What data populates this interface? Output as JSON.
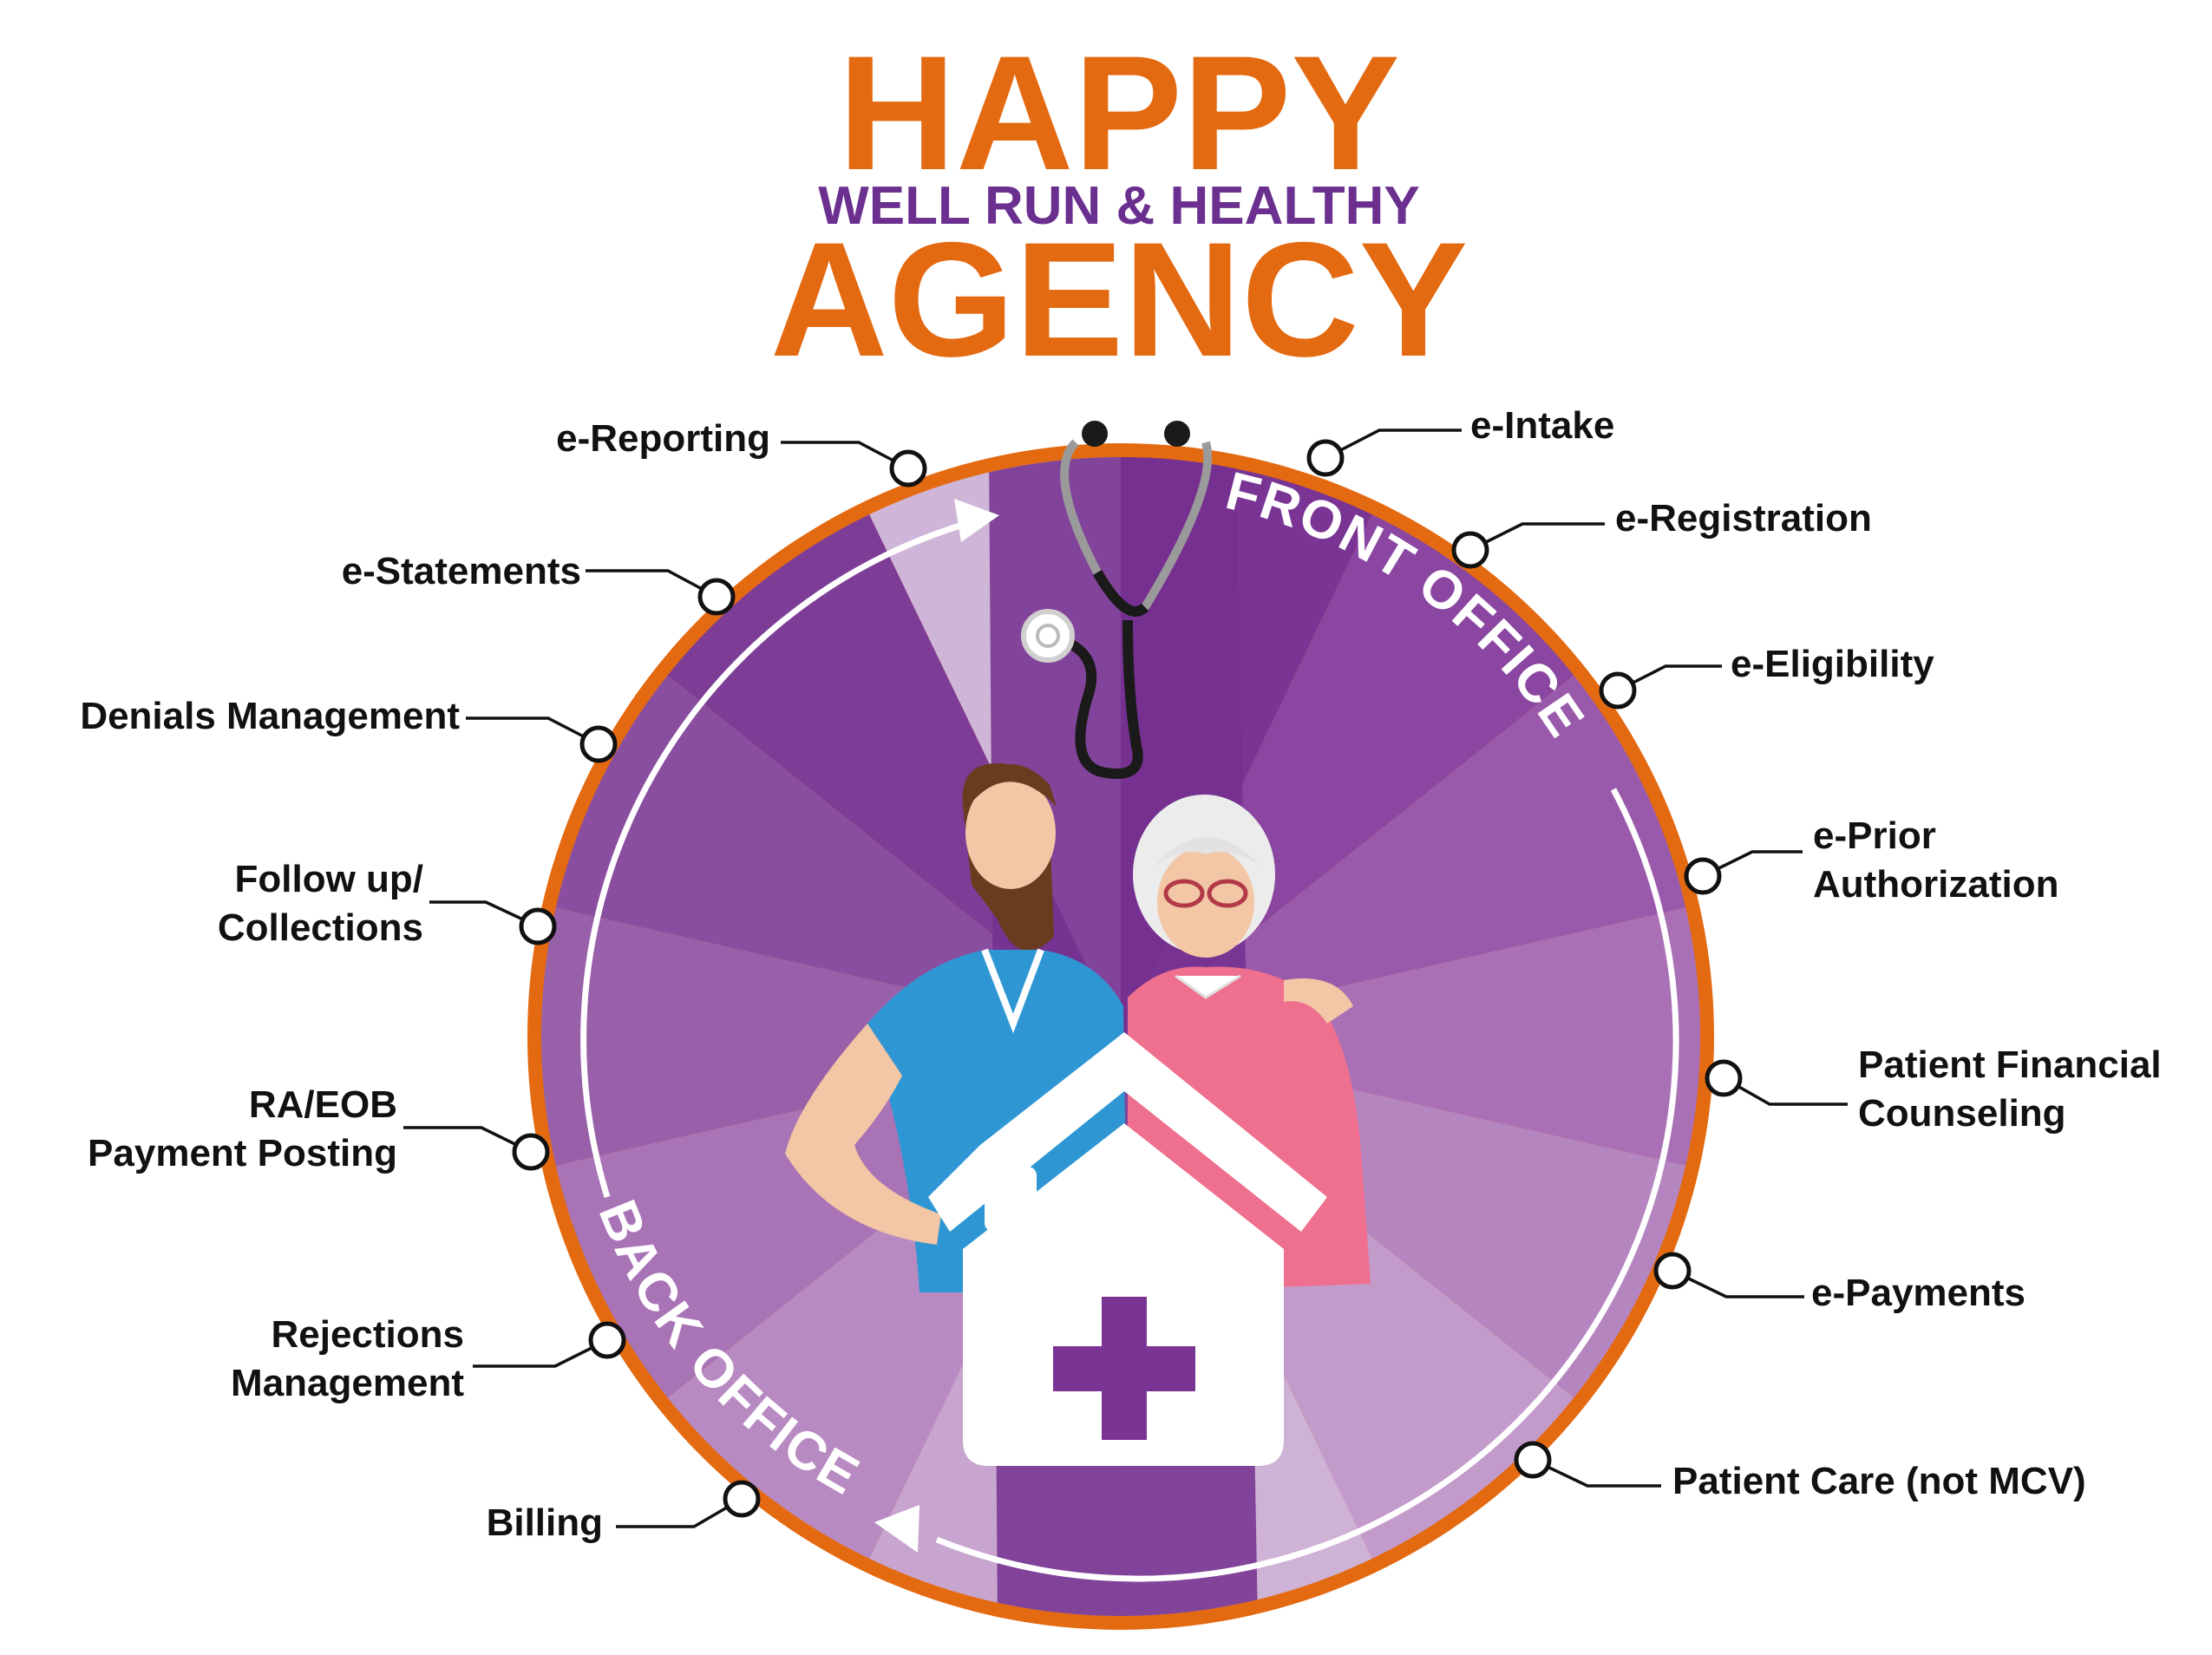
{
  "header": {
    "title_top": "HAPPY",
    "subtitle": "WELL RUN & HEALTHY",
    "title_bottom": "AGENCY"
  },
  "wheel": {
    "front_label": "FRONT OFFICE",
    "back_label": "BACK OFFICE",
    "colors": {
      "ring": "#e46a12",
      "deep_purple": "#74308f",
      "light_purple": "#d2b8da",
      "text_purple": "#6a2f8f",
      "orange": "#e46a12"
    }
  },
  "items": [
    {
      "lines": [
        "e-Reporting"
      ]
    },
    {
      "lines": [
        "e-Statements"
      ]
    },
    {
      "lines": [
        "Denials Management"
      ]
    },
    {
      "lines": [
        "Follow up/",
        "Collections"
      ]
    },
    {
      "lines": [
        "RA/EOB",
        "Payment Posting"
      ]
    },
    {
      "lines": [
        "Rejections",
        "Management"
      ]
    },
    {
      "lines": [
        "Billing"
      ]
    },
    {
      "lines": [
        "e-Intake"
      ]
    },
    {
      "lines": [
        "e-Registration"
      ]
    },
    {
      "lines": [
        "e-Eligibility"
      ]
    },
    {
      "lines": [
        "e-Prior",
        "Authorization"
      ]
    },
    {
      "lines": [
        "Patient Financial",
        "Counseling"
      ]
    },
    {
      "lines": [
        "e-Payments"
      ]
    },
    {
      "lines": [
        "Patient Care (not MCV)"
      ]
    }
  ],
  "icons": {
    "stethoscope": "stethoscope-icon",
    "house": "house-medical-cross-icon",
    "people": "nurse-and-elderly-patient-illustration"
  }
}
